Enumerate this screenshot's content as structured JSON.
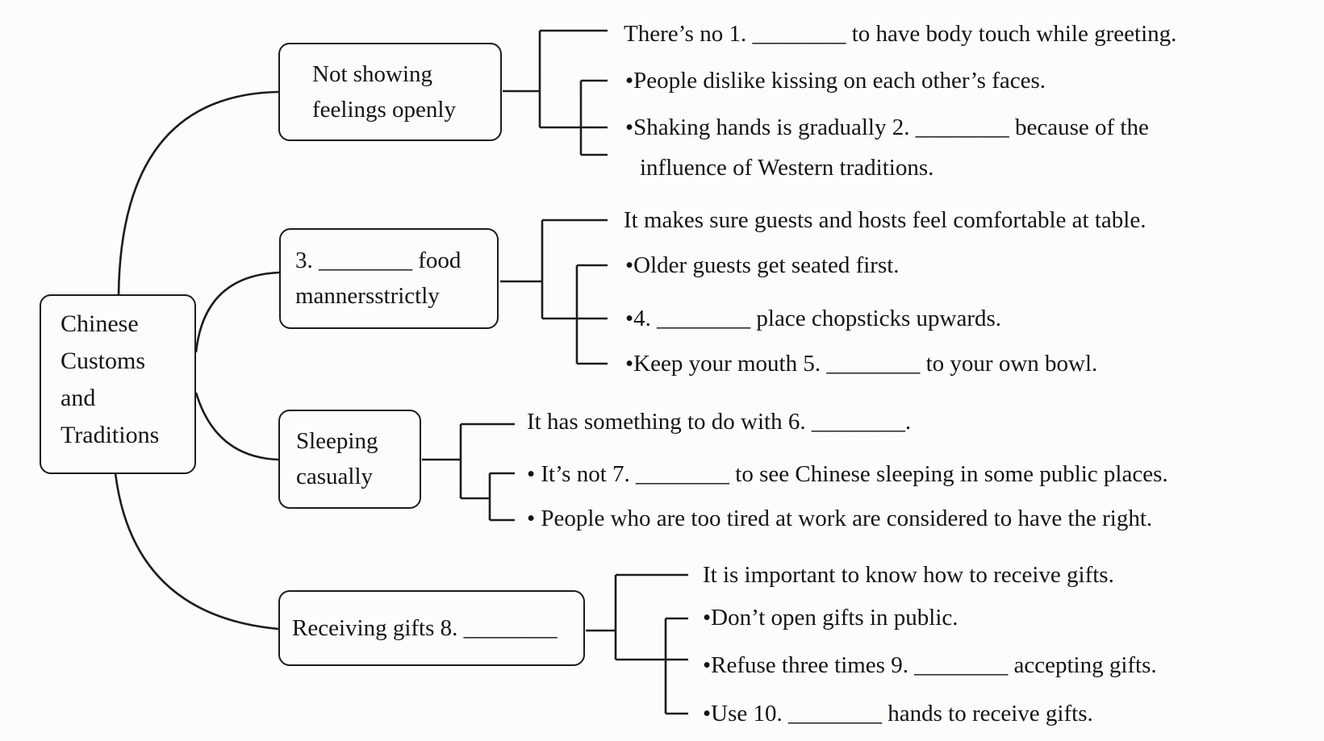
{
  "root": {
    "lines": [
      "Chinese",
      "Customs",
      "and",
      "Traditions"
    ]
  },
  "branches": [
    {
      "box": [
        "Not showing",
        "feelings openly"
      ],
      "items": [
        "There’s no 1. ________ to have body touch while greeting.",
        "•People dislike kissing on each other’s faces.",
        "•Shaking hands is gradually 2. ________ because of the",
        "influence of Western traditions."
      ]
    },
    {
      "box": [
        "3. ________ food",
        "mannersstrictly"
      ],
      "items": [
        "It makes sure guests and hosts feel comfortable at table.",
        "•Older guests get seated first.",
        "•4. ________ place chopsticks upwards.",
        "•Keep your mouth 5. ________ to your own bowl."
      ]
    },
    {
      "box": [
        "Sleeping",
        "casually"
      ],
      "items": [
        "It has something to do with 6. ________.",
        "• It’s not 7. ________ to see Chinese sleeping in some public places.",
        "• People who are too tired at work are considered to have the right."
      ]
    },
    {
      "box": [
        "Receiving gifts 8. ________"
      ],
      "items": [
        "It is important to know how to receive gifts.",
        "•Don’t open gifts in public.",
        "•Refuse three times 9. ________ accepting gifts.",
        "•Use 10. ________ hands to receive gifts."
      ]
    }
  ]
}
